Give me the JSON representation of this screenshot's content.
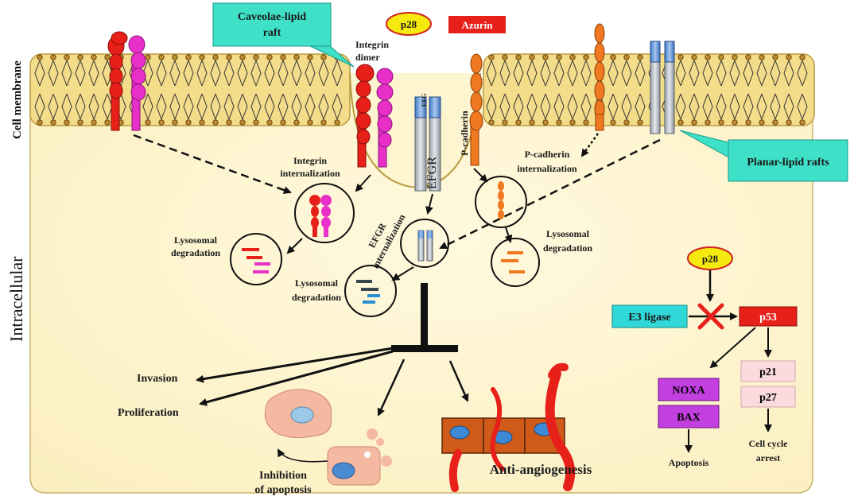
{
  "side_labels": {
    "membrane": "Cell membrane",
    "intracellular": "Intracellular"
  },
  "top": {
    "p28": "p28",
    "azurin": "Azurin",
    "caveolae": [
      "Caveolae-lipid",
      "raft"
    ],
    "planar": "Planar-lipid rafts"
  },
  "receptors": {
    "integrin_dimer": [
      "Integrin",
      "dimer"
    ],
    "egfr": "EFGR",
    "egfr_small": "EFG",
    "pcadherin": "P-cadherin"
  },
  "internalization": {
    "integrin": [
      "Integrin",
      "internalization"
    ],
    "egfr": [
      "EFGR",
      "internalization"
    ],
    "pcadherin": [
      "P-cadherin",
      "internalization"
    ]
  },
  "degradation": {
    "left": [
      "Lysosomal",
      "degradation"
    ],
    "middle": [
      "Lysosomal",
      "degradation"
    ],
    "right": [
      "Lysosomal",
      "degradation"
    ]
  },
  "outcomes": {
    "invasion": "Invasion",
    "proliferation": "Proliferation",
    "inhibition": [
      "Inhibition",
      "of apoptosis"
    ],
    "angiogenesis": "Anti-angiogenesis"
  },
  "p53_pathway": {
    "p28": "p28",
    "e3": "E3 ligase",
    "p53": "p53",
    "p21": "p21",
    "p27": "p27",
    "noxa": "NOXA",
    "bax": "BAX",
    "apoptosis": "Apoptosis",
    "arrest": [
      "Cell cycle",
      "arrest"
    ]
  },
  "colors": {
    "integrin_red": "#e8201a",
    "integrin_magenta": "#e830c8",
    "cadherin_orange": "#f07820",
    "membrane": "#f3dc8a",
    "cell": "#fdf5d0",
    "callout_teal": "#3fe0c8",
    "p53_red": "#e8201a",
    "purple_box": "#c23fe0",
    "pink_box": "#fadadd",
    "teal_box": "#30d8d8"
  }
}
